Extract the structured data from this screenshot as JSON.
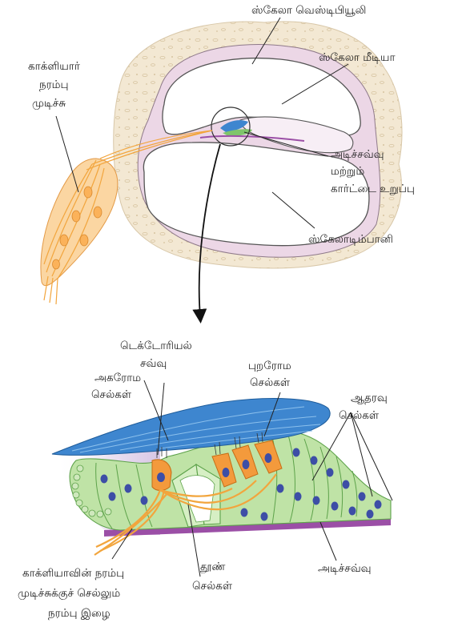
{
  "labels": {
    "scala_vestibuli": "ஸ்கேலா வெஸ்டிபியூலி",
    "cochlear_nerve": [
      "காக்ளியார்",
      "நரம்பு",
      "முடிச்சு"
    ],
    "scala_media": "ஸ்கேலா மீடியா",
    "basilar_organ_of_corti": [
      "அடிச்சவ்வு",
      "மற்றும்",
      "கார்ட்டை உறுப்பு"
    ],
    "scala_tympani": "ஸ்கேலாடிம்பானி",
    "tectorial_membrane": [
      "டெக்டோரியல்",
      "சவ்வு"
    ],
    "inner_hair_cells": [
      "அகரோம",
      "செல்கள்"
    ],
    "outer_hair_cells": [
      "புறரோம",
      "செல்கள்"
    ],
    "supporting_cells": [
      "ஆதரவு",
      "செல்கள்"
    ],
    "cochlear_nerve_fibres": [
      "காக்ளியாவின் நரம்பு",
      "முடிச்சுக்குச் செல்லும்",
      "நரம்பு இழை"
    ],
    "pillar_cells": [
      "தூண்",
      "செல்கள்"
    ],
    "basilar_membrane": "அடிச்சவ்வு"
  },
  "colors": {
    "bone": "#f3e8d3",
    "bone_speckle": "#d9c7a6",
    "duct_pink": "#ecd7e6",
    "nerve_orange": "#f2a53d",
    "ganglion_fill": "#fbd6a2",
    "tectorial_blue": "#3e86cf",
    "support_green": "#bfe3a6",
    "support_green_dark": "#5da24a",
    "nucleus_blue": "#3d4ea6",
    "hair_cell_orange": "#f39a3c",
    "basilar_purple": "#9b4fa6"
  }
}
